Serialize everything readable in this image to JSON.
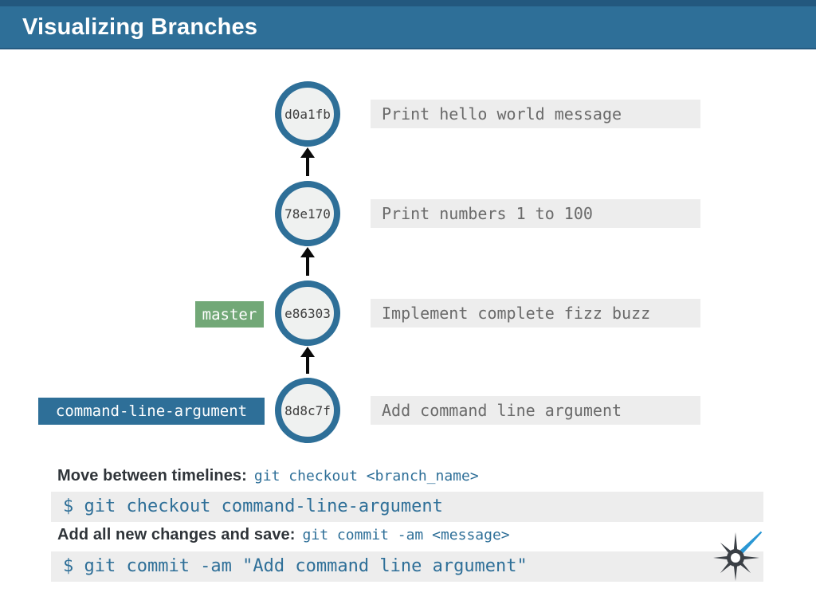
{
  "header": {
    "title": "Visualizing Branches"
  },
  "commits": [
    {
      "hash": "d0a1fb",
      "message": "Print hello world message"
    },
    {
      "hash": "78e170",
      "message": "Print numbers 1 to 100"
    },
    {
      "hash": "e86303",
      "message": "Implement complete fizz buzz"
    },
    {
      "hash": "8d8c7f",
      "message": "Add command line argument"
    }
  ],
  "branch_labels": [
    {
      "name": "master",
      "commit": "e86303",
      "color": "#72a877"
    },
    {
      "name": "command-line-argument",
      "commit": "8d8c7f",
      "color": "#2e6f98"
    }
  ],
  "instructions": [
    {
      "label": "Move between timelines:",
      "inline_code": "git checkout <branch_name>",
      "command": "$ git checkout command-line-argument"
    },
    {
      "label": "Add all new changes and save:",
      "inline_code": "git commit -am <message>",
      "command": "$ git commit -am \"Add command line argument\""
    }
  ],
  "colors": {
    "accent_blue": "#2e6f98",
    "branch_green": "#72a877",
    "code_bg": "#ededed",
    "logo_dark": "#3a3f45",
    "logo_blue": "#2a97d4"
  },
  "logo": {
    "name": "star-compass-logo"
  }
}
